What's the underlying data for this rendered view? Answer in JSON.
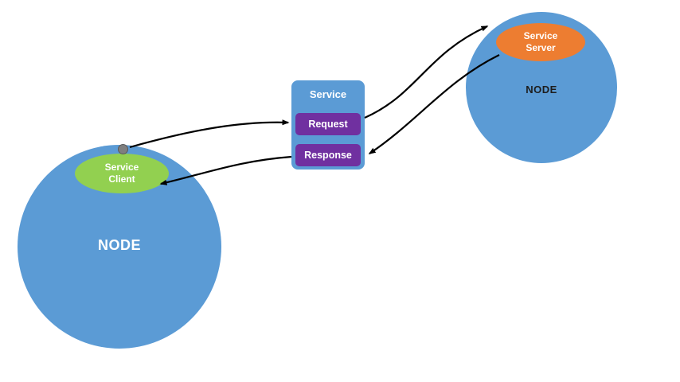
{
  "diagram": {
    "left_node": {
      "label": "NODE"
    },
    "right_node": {
      "label": "NODE"
    },
    "service_client": {
      "label": "Service Client"
    },
    "service_server": {
      "label": "Service Server"
    },
    "service_box": {
      "title": "Service",
      "request_label": "Request",
      "response_label": "Response"
    }
  },
  "colors": {
    "node_fill": "#5b9bd5",
    "client_fill": "#92d050",
    "server_fill": "#ed7d31",
    "request_fill": "#7030a0",
    "response_fill": "#7030a0",
    "dot_fill": "#7f7f7f",
    "arrow": "#000000",
    "background": "#ffffff"
  }
}
